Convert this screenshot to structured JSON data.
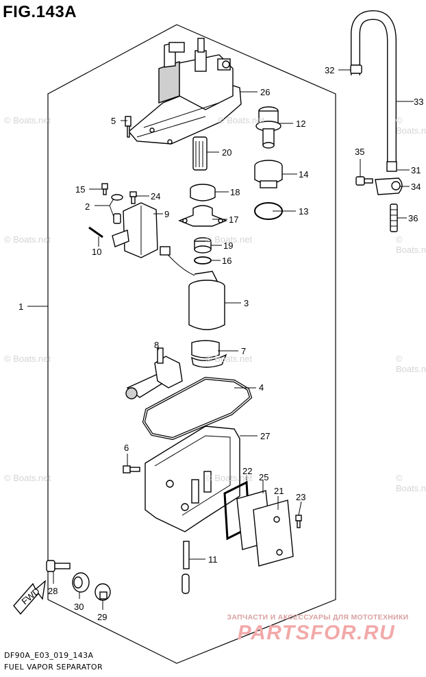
{
  "figure_title": "FIG.143A",
  "footer": {
    "code": "DF90A_E03_019_143A",
    "name": "FUEL VAPOR SEPARATOR"
  },
  "watermark": "© Boats.net",
  "fwd_label": "FWD",
  "promo": {
    "tagline": "ЗАПЧАСТИ И АКСЕССУАРЫ ДЛЯ МОТОТЕХНИКИ",
    "brand": "PARTSFOR.RU"
  },
  "callouts": [
    {
      "id": "c1",
      "text": "1"
    },
    {
      "id": "c2",
      "text": "2"
    },
    {
      "id": "c3",
      "text": "3"
    },
    {
      "id": "c4",
      "text": "4"
    },
    {
      "id": "c5",
      "text": "5"
    },
    {
      "id": "c6",
      "text": "6"
    },
    {
      "id": "c7",
      "text": "7"
    },
    {
      "id": "c8",
      "text": "8"
    },
    {
      "id": "c9",
      "text": "9"
    },
    {
      "id": "c10",
      "text": "10"
    },
    {
      "id": "c11",
      "text": "11"
    },
    {
      "id": "c12",
      "text": "12"
    },
    {
      "id": "c13",
      "text": "13"
    },
    {
      "id": "c14",
      "text": "14"
    },
    {
      "id": "c15",
      "text": "15"
    },
    {
      "id": "c16",
      "text": "16"
    },
    {
      "id": "c17",
      "text": "17"
    },
    {
      "id": "c18",
      "text": "18"
    },
    {
      "id": "c19",
      "text": "19"
    },
    {
      "id": "c20",
      "text": "20"
    },
    {
      "id": "c21",
      "text": "21"
    },
    {
      "id": "c22",
      "text": "22"
    },
    {
      "id": "c23",
      "text": "23"
    },
    {
      "id": "c24",
      "text": "24"
    },
    {
      "id": "c25",
      "text": "25"
    },
    {
      "id": "c26",
      "text": "26"
    },
    {
      "id": "c27",
      "text": "27"
    },
    {
      "id": "c28",
      "text": "28"
    },
    {
      "id": "c29",
      "text": "29"
    },
    {
      "id": "c30",
      "text": "30"
    },
    {
      "id": "c31",
      "text": "31"
    },
    {
      "id": "c32",
      "text": "32"
    },
    {
      "id": "c33",
      "text": "33"
    },
    {
      "id": "c34",
      "text": "34"
    },
    {
      "id": "c35",
      "text": "35"
    },
    {
      "id": "c36",
      "text": "36"
    }
  ]
}
